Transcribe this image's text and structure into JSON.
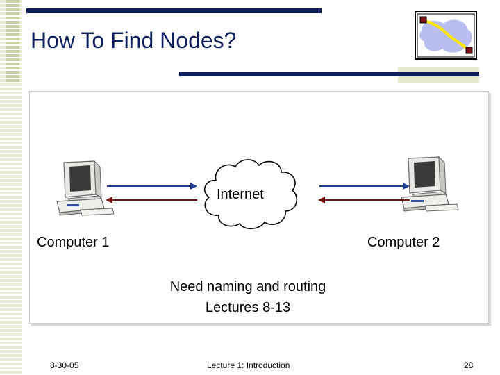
{
  "slide": {
    "title": "How To Find Nodes?",
    "cloud_label": "Internet",
    "computer1_label": "Computer 1",
    "computer2_label": "Computer 2",
    "note_line1": "Need naming and routing",
    "note_line2": "Lectures 8-13"
  },
  "footer": {
    "date": "8-30-05",
    "lecture": "Lecture 1: Introduction",
    "page": "28"
  },
  "colors": {
    "navy": "#0f1f5c",
    "arrow_blue": "#1f3a8a",
    "arrow_red": "#7a1010",
    "logo_cloud": "#b8bff0",
    "logo_path": "#ffe600"
  },
  "icons": [
    "network-logo-icon",
    "computer-icon",
    "cloud-icon"
  ]
}
